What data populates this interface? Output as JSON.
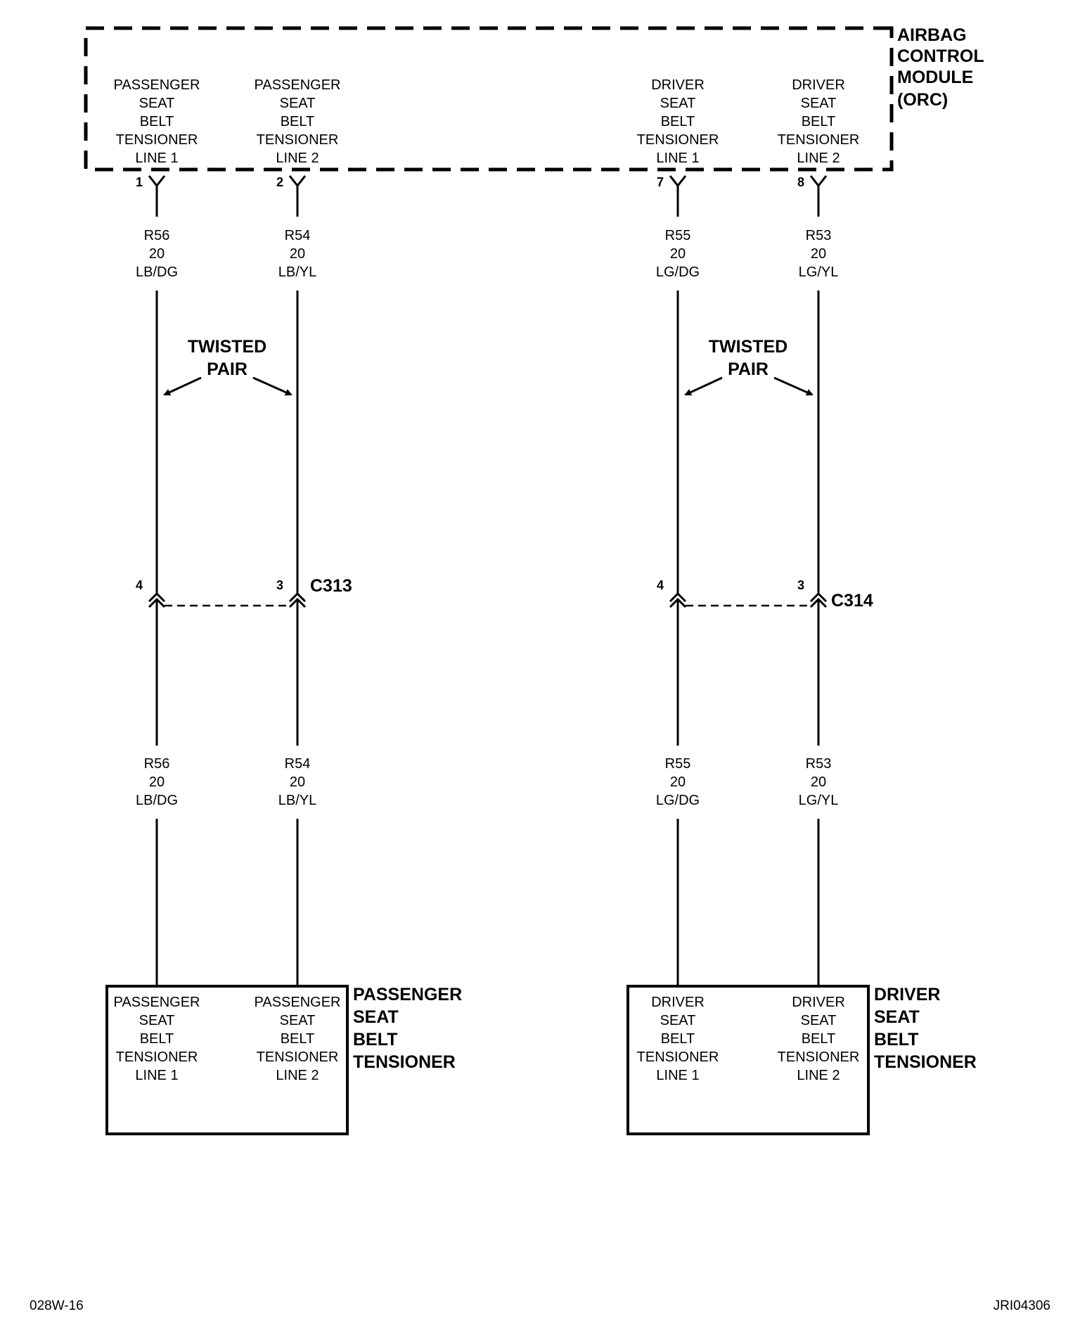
{
  "module": {
    "title_lines": [
      "AIRBAG",
      "CONTROL",
      "MODULE",
      "(ORC)"
    ],
    "cavities": [
      {
        "lines": [
          "PASSENGER",
          "SEAT",
          "BELT",
          "TENSIONER",
          "LINE 1"
        ],
        "pin": "1"
      },
      {
        "lines": [
          "PASSENGER",
          "SEAT",
          "BELT",
          "TENSIONER",
          "LINE 2"
        ],
        "pin": "2"
      },
      {
        "lines": [
          "DRIVER",
          "SEAT",
          "BELT",
          "TENSIONER",
          "LINE 1"
        ],
        "pin": "7"
      },
      {
        "lines": [
          "DRIVER",
          "SEAT",
          "BELT",
          "TENSIONER",
          "LINE 2"
        ],
        "pin": "8"
      }
    ]
  },
  "wires": [
    {
      "circuit": "R56",
      "gauge": "20",
      "color": "LB/DG"
    },
    {
      "circuit": "R54",
      "gauge": "20",
      "color": "LB/YL"
    },
    {
      "circuit": "R55",
      "gauge": "20",
      "color": "LG/DG"
    },
    {
      "circuit": "R53",
      "gauge": "20",
      "color": "LG/YL"
    }
  ],
  "twisted_pair": [
    "TWISTED",
    "PAIR"
  ],
  "connectors": [
    {
      "name": "C313",
      "pins": [
        "4",
        "3"
      ]
    },
    {
      "name": "C314",
      "pins": [
        "4",
        "3"
      ]
    }
  ],
  "components": [
    {
      "title_lines": [
        "PASSENGER",
        "SEAT",
        "BELT",
        "TENSIONER"
      ],
      "cavities": [
        [
          "PASSENGER",
          "SEAT",
          "BELT",
          "TENSIONER",
          "LINE 1"
        ],
        [
          "PASSENGER",
          "SEAT",
          "BELT",
          "TENSIONER",
          "LINE 2"
        ]
      ]
    },
    {
      "title_lines": [
        "DRIVER",
        "SEAT",
        "BELT",
        "TENSIONER"
      ],
      "cavities": [
        [
          "DRIVER",
          "SEAT",
          "BELT",
          "TENSIONER",
          "LINE 1"
        ],
        [
          "DRIVER",
          "SEAT",
          "BELT",
          "TENSIONER",
          "LINE 2"
        ]
      ]
    }
  ],
  "footer": {
    "left": "028W-16",
    "right": "JRI04306"
  }
}
